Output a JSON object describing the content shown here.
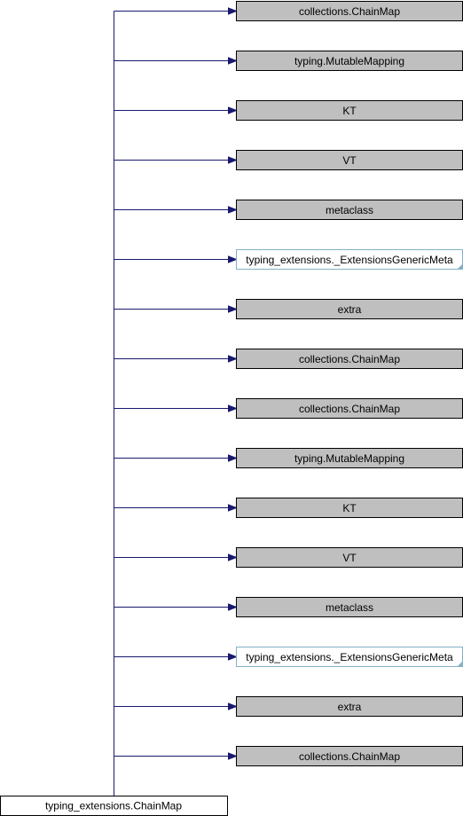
{
  "main_node": {
    "label": "typing_extensions.ChainMap"
  },
  "edge_color": "#191970",
  "base_nodes": [
    {
      "label": "collections.ChainMap",
      "style": "gray"
    },
    {
      "label": "typing.MutableMapping",
      "style": "gray"
    },
    {
      "label": "KT",
      "style": "gray"
    },
    {
      "label": "VT",
      "style": "gray"
    },
    {
      "label": "metaclass",
      "style": "gray"
    },
    {
      "label": "typing_extensions._ExtensionsGenericMeta",
      "style": "link"
    },
    {
      "label": "extra",
      "style": "gray"
    },
    {
      "label": "collections.ChainMap",
      "style": "gray"
    },
    {
      "label": "collections.ChainMap",
      "style": "gray"
    },
    {
      "label": "typing.MutableMapping",
      "style": "gray"
    },
    {
      "label": "KT",
      "style": "gray"
    },
    {
      "label": "VT",
      "style": "gray"
    },
    {
      "label": "metaclass",
      "style": "gray"
    },
    {
      "label": "typing_extensions._ExtensionsGenericMeta",
      "style": "link"
    },
    {
      "label": "extra",
      "style": "gray"
    },
    {
      "label": "collections.ChainMap",
      "style": "gray"
    }
  ]
}
